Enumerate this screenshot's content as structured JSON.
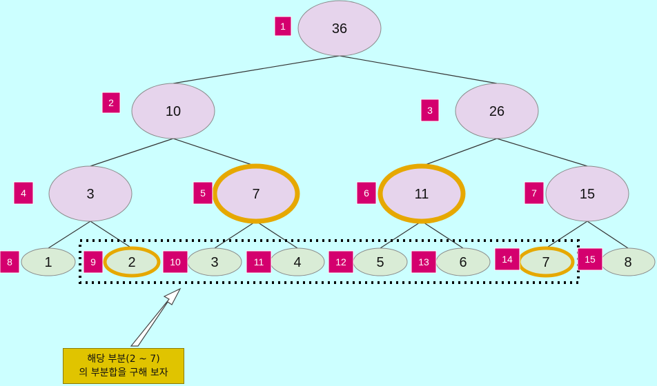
{
  "colors": {
    "background": "#ccffff",
    "internal_fill": "#e6d4ec",
    "leaf_fill": "#d9ecd6",
    "node_stroke": "#8a8a8a",
    "edge": "#333333",
    "highlight": "#e6a800",
    "badge": "#d4006e",
    "callout_fill": "#e0c400"
  },
  "nodes": [
    {
      "index": "1",
      "value": "36"
    },
    {
      "index": "2",
      "value": "10"
    },
    {
      "index": "3",
      "value": "26"
    },
    {
      "index": "4",
      "value": "3"
    },
    {
      "index": "5",
      "value": "7"
    },
    {
      "index": "6",
      "value": "11"
    },
    {
      "index": "7",
      "value": "15"
    },
    {
      "index": "8",
      "value": "1"
    },
    {
      "index": "9",
      "value": "2"
    },
    {
      "index": "10",
      "value": "3"
    },
    {
      "index": "11",
      "value": "4"
    },
    {
      "index": "12",
      "value": "5"
    },
    {
      "index": "13",
      "value": "6"
    },
    {
      "index": "14",
      "value": "7"
    },
    {
      "index": "15",
      "value": "8"
    }
  ],
  "highlighted_nodes": [
    "5",
    "6",
    "9",
    "14"
  ],
  "selected_range_leaves": [
    "9",
    "10",
    "11",
    "12",
    "13",
    "14"
  ],
  "callout": {
    "line1": "해당 부분(2 ~ 7)",
    "line2": "의 부분합을 구해 보자"
  }
}
